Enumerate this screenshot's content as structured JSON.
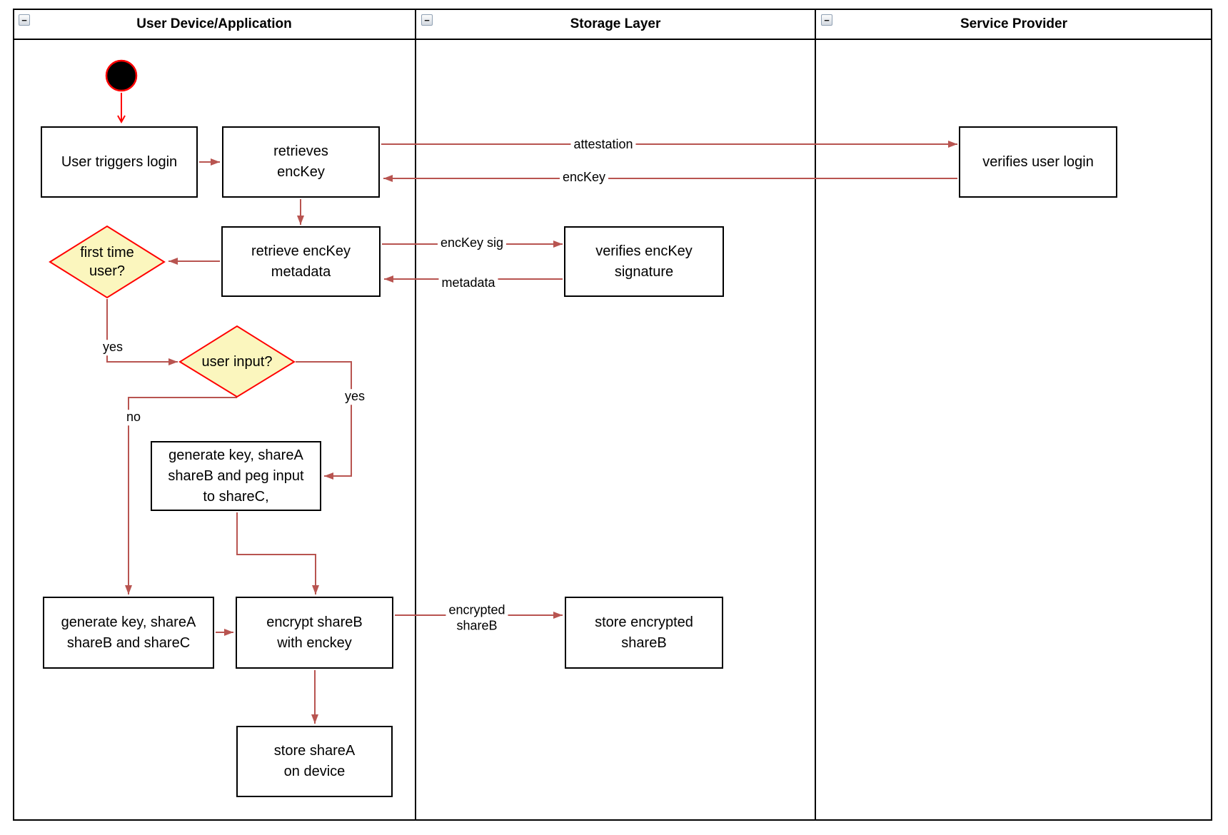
{
  "lanes": [
    {
      "title": "User Device/Application"
    },
    {
      "title": "Storage Layer"
    },
    {
      "title": "Service Provider"
    }
  ],
  "collapse_glyph": "−",
  "nodes": {
    "user_triggers_login": "User triggers login",
    "retrieves_enckey": "retrieves\nencKey",
    "verifies_user_login": "verifies user login",
    "retrieve_enckey_metadata": "retrieve encKey\nmetadata",
    "verifies_enckey_signature": "verifies encKey signature",
    "first_time_user": "first time\nuser?",
    "user_input": "user input?",
    "generate_key_peg_input": "generate key, shareA\nshareB and peg input\nto shareC,",
    "generate_key_sharec": "generate key, shareA\nshareB and shareC",
    "encrypt_shareb": "encrypt shareB\nwith enckey",
    "store_sharea": "store shareA\non device",
    "store_encrypted_shareb": "store encrypted\nshareB"
  },
  "edge_labels": {
    "attestation": "attestation",
    "enckey": "encKey",
    "enckey_sig": "encKey sig",
    "metadata": "metadata",
    "encrypted_shareb": "encrypted\nshareB",
    "first_time_yes": "yes",
    "user_input_yes": "yes",
    "user_input_no": "no"
  },
  "colors": {
    "arrow": "#B85450",
    "start": "#FF0000",
    "start_fill": "#000000",
    "diamond_fill": "#FBF6BE",
    "diamond_stroke": "#FF0000",
    "node_border": "#000000"
  }
}
